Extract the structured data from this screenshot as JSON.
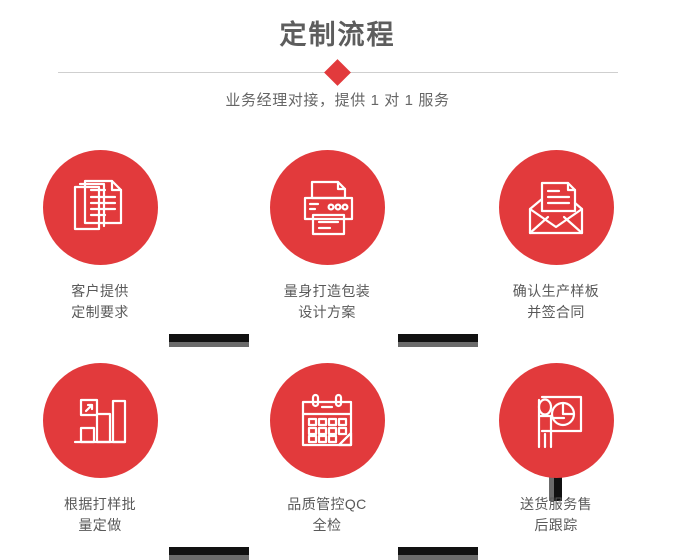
{
  "header": {
    "title": "定制流程",
    "subtitle": "业务经理对接，提供 1 对 1 服务",
    "divider_icon": "diamond-icon"
  },
  "colors": {
    "accent_red": "#e23a3c",
    "title_gray": "#5d5d5d",
    "label_gray": "#595959",
    "subtitle_gray": "#666666",
    "divider_gray": "#cfcfcf",
    "connector_black": "#111111",
    "connector_shadow": "#6b6b6b"
  },
  "steps": [
    {
      "id": "step-1",
      "icon": "documents-stack-icon",
      "label_line1": "客户提供",
      "label_line2": "定制要求"
    },
    {
      "id": "step-2",
      "icon": "printer-icon",
      "label_line1": "量身打造包装",
      "label_line2": "设计方案"
    },
    {
      "id": "step-3",
      "icon": "open-envelope-document-icon",
      "label_line1": "确认生产样板",
      "label_line2": "并签合同"
    },
    {
      "id": "step-4",
      "icon": "bar-chart-growth-icon",
      "label_line1": "根据打样批",
      "label_line2": "量定做"
    },
    {
      "id": "step-5",
      "icon": "calendar-icon",
      "label_line1": "品质管控QC",
      "label_line2": "全检"
    },
    {
      "id": "step-6",
      "icon": "presenter-pie-chart-icon",
      "label_line1": "送货服务售",
      "label_line2": "后跟踪"
    }
  ],
  "connectors": [
    {
      "id": "connector-1-2",
      "orientation": "horizontal"
    },
    {
      "id": "connector-2-3",
      "orientation": "horizontal"
    },
    {
      "id": "connector-3-6",
      "orientation": "vertical"
    },
    {
      "id": "connector-4-5",
      "orientation": "horizontal"
    },
    {
      "id": "connector-5-6",
      "orientation": "horizontal"
    }
  ]
}
